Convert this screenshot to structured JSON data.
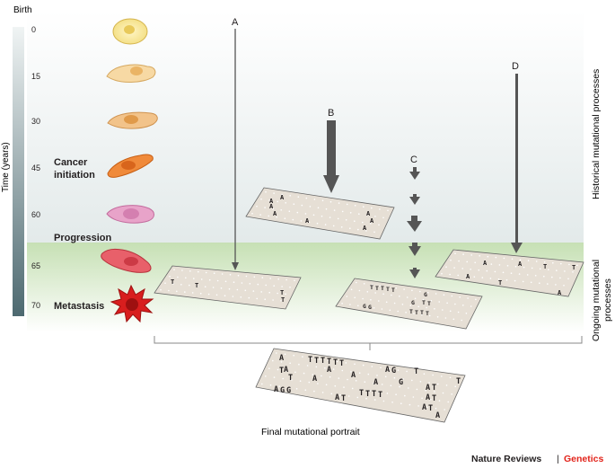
{
  "figure": {
    "time_axis": {
      "birth_label": "Birth",
      "axis_title": "Time (years)",
      "ticks": [
        "0",
        "15",
        "30",
        "45",
        "60",
        "65",
        "70"
      ]
    },
    "stages": {
      "cancer_initiation_line1": "Cancer",
      "cancer_initiation_line2": "initiation",
      "progression": "Progression",
      "metastasis": "Metastasis"
    },
    "processes": {
      "a": "A",
      "b": "B",
      "c": "C",
      "d": "D"
    },
    "side_labels": {
      "historical": "Historical mutational processes",
      "ongoing_line1": "Ongoing mutational",
      "ongoing_line2": "processes"
    },
    "caption": "Final mutational portrait",
    "credit": {
      "journal": "Nature Reviews",
      "separator": "|",
      "section": "Genetics"
    },
    "colors": {
      "accent": "#e2231a",
      "historical_band": "#e6ecec",
      "ongoing_band": "#cfe5bf",
      "card": "#e6dfd5",
      "arrow": "#555555"
    },
    "panels": {
      "panel_b": [
        "A",
        "A",
        "A",
        "A",
        "A",
        "A",
        "A",
        "A"
      ],
      "panel_a": [
        "T",
        "T",
        "T",
        "T"
      ],
      "panel_c": [
        "T",
        "T",
        "T",
        "T",
        "T",
        "G",
        "G",
        "T",
        "T",
        "G",
        "G",
        "T",
        "T",
        "T",
        "T"
      ],
      "panel_d": [
        "A",
        "A",
        "T",
        "T",
        "A",
        "T",
        "A"
      ],
      "final": [
        "A",
        "T",
        "T",
        "T",
        "T",
        "T",
        "T",
        "A",
        "A",
        "A",
        "A",
        "G",
        "T",
        "T",
        "A",
        "T",
        "A",
        "G",
        "T",
        "A",
        "T",
        "A",
        "G",
        "G",
        "A",
        "T",
        "T",
        "T",
        "T",
        "T",
        "A",
        "T",
        "A",
        "T",
        "A"
      ]
    }
  }
}
